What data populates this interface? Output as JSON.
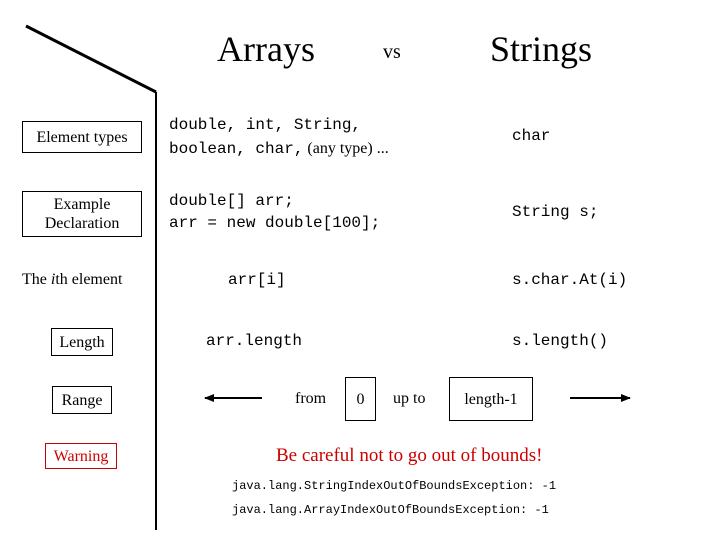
{
  "header": {
    "arrays": "Arrays",
    "vs": "vs",
    "strings": "Strings"
  },
  "rows": [
    {
      "label_lines": [
        "Element types"
      ],
      "array_lines": [
        "double, int, String,",
        "boolean, char,",
        "(any type) ..."
      ],
      "string_value": "char"
    },
    {
      "label_lines": [
        "Example",
        "Declaration"
      ],
      "array_lines": [
        "double[] arr;",
        "arr = new double[100];"
      ],
      "string_value": "String s;"
    },
    {
      "label_pre": "The ",
      "label_italic": "i",
      "label_post": "th element",
      "array_value": "arr[i]",
      "string_value": "s.char.At(i)"
    },
    {
      "label_lines": [
        "Length"
      ],
      "array_value": "arr.length",
      "string_value": "s.length()"
    },
    {
      "label_lines": [
        "Range"
      ],
      "range": {
        "from": "from",
        "zero": "0",
        "up_to": "up to",
        "length_minus_one": "length-1"
      }
    },
    {
      "label_lines": [
        "Warning"
      ],
      "warning_text": "Be careful not to go out of bounds!",
      "exceptions": [
        "java.lang.StringIndexOutOfBoundsException: -1",
        "java.lang.ArrayIndexOutOfBoundsException: -1"
      ]
    }
  ],
  "colors": {
    "warning": "#cc0000",
    "text": "#000000",
    "background": "#ffffff"
  }
}
